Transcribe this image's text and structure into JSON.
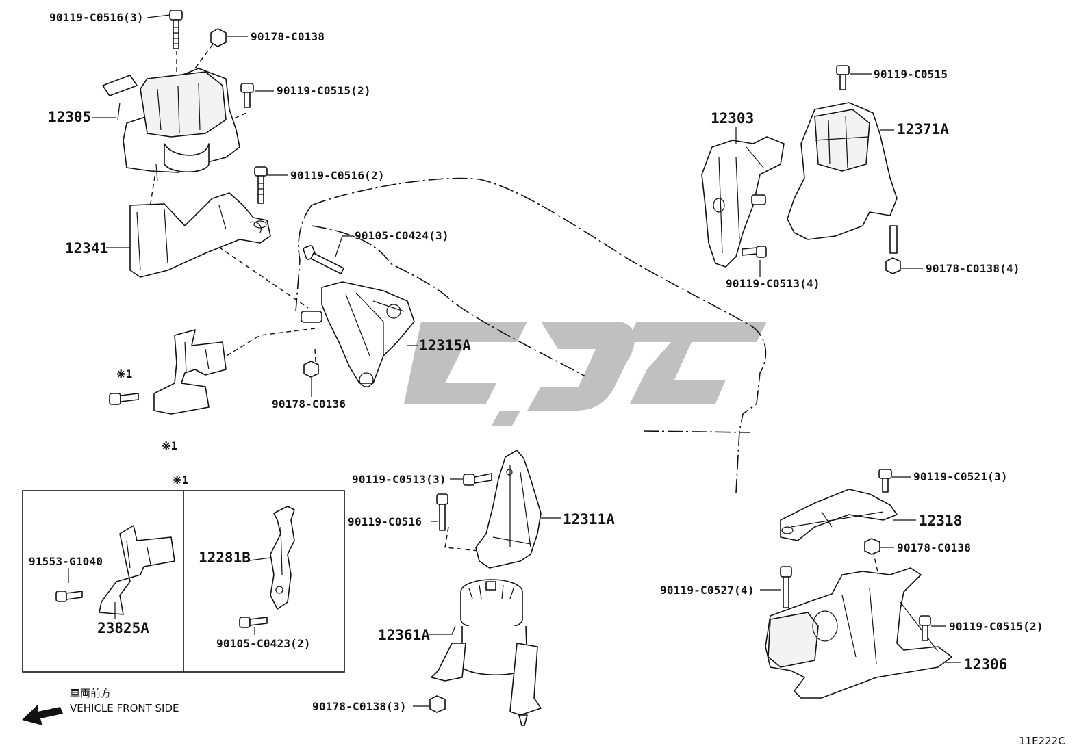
{
  "diagram_code": "11E222C",
  "legend": {
    "japanese": "車両前方",
    "english": "VEHICLE FRONT SIDE"
  },
  "note_mark": "※1",
  "parts": {
    "p12305": "12305",
    "p12341": "12341",
    "p12315A": "12315A",
    "p12303": "12303",
    "p12371A": "12371A",
    "p12311A": "12311A",
    "p12361A": "12361A",
    "p12318": "12318",
    "p12306": "12306",
    "p12281B": "12281B",
    "p23825A": "23825A"
  },
  "fasteners": {
    "f1": "90119-C0516(3)",
    "f2": "90178-C0138",
    "f3": "90119-C0515(2)",
    "f4": "90119-C0516(2)",
    "f5": "90105-C0424(3)",
    "f6": "90178-C0136",
    "f7": "90119-C0515",
    "f8": "90119-C0513(4)",
    "f9": "90178-C0138(4)",
    "f10": "90119-C0513(3)",
    "f11": "90119-C0516",
    "f12": "90178-C0138(3)",
    "f13": "90119-C0521(3)",
    "f14": "90178-C0138",
    "f15": "90119-C0527(4)",
    "f16": "90119-C0515(2)",
    "f17": "91553-G1040",
    "f18": "90105-C0423(2)"
  }
}
